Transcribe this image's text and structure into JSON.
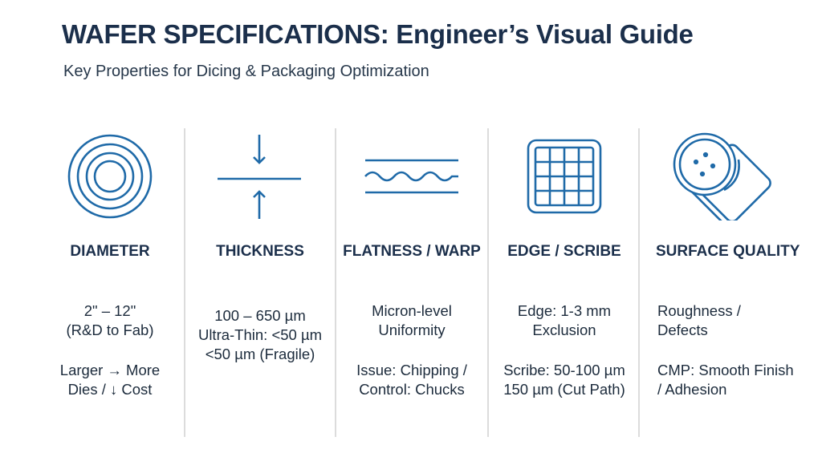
{
  "header": {
    "title": "WAFER SPECIFICATIONS: Engineer’s Visual Guide",
    "subtitle": "Key Properties for Dicing & Packaging Optimization"
  },
  "colors": {
    "accent": "#1f6aa8",
    "title": "#1b2f4b"
  },
  "columns": [
    {
      "icon": "concentric-circles-icon",
      "heading": "DIAMETER",
      "lines1": [
        "2\" – 12\"",
        "(R&D to Fab)"
      ],
      "lines2": [
        "Larger → More",
        "Dies / ↓ Cost"
      ]
    },
    {
      "icon": "thickness-arrows-icon",
      "heading": "THICKNESS",
      "lines1": [
        "100 – 650 µm",
        "Ultra-Thin: <50 µm",
        "<50 µm (Fragile)"
      ],
      "lines2": []
    },
    {
      "icon": "wave-icon",
      "heading": "FLATNESS / WARP",
      "lines1": [
        "Micron-level",
        "Uniformity"
      ],
      "lines2": [
        "Issue: Chipping /",
        "Control: Chucks"
      ]
    },
    {
      "icon": "grid-icon",
      "heading": "EDGE / SCRIBE",
      "lines1": [
        "Edge: 1-3 mm",
        "Exclusion"
      ],
      "lines2": [
        "Scribe: 50-100 µm",
        "150 µm (Cut Path)"
      ]
    },
    {
      "icon": "surface-wafer-icon",
      "heading": "SURFACE QUALITY",
      "lines1": [
        "Roughness /",
        "Defects"
      ],
      "lines2": [
        "CMP: Smooth Finish",
        "/ Adhesion"
      ]
    }
  ]
}
